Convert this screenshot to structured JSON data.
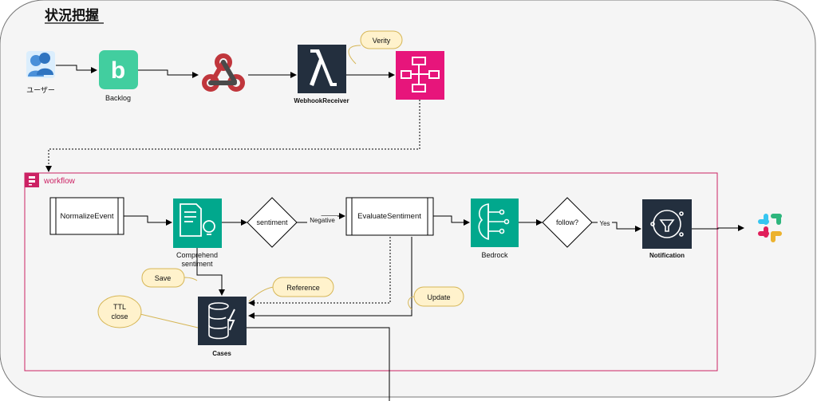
{
  "title": "状況把握",
  "group": {
    "label": "workflow",
    "color": "#cc2264"
  },
  "nodes": {
    "user": {
      "label": "ユーザー",
      "icon": "users-icon"
    },
    "backlog": {
      "label": "Backlog",
      "icon": "backlog-icon",
      "color": "#42ce9f"
    },
    "webhook": {
      "icon": "webhook-icon",
      "color": "#c0363c"
    },
    "webhook_receiver": {
      "label": "WebhookReceiver",
      "icon": "lambda-icon",
      "color": "#232f3e"
    },
    "step_functions": {
      "icon": "step-functions-icon",
      "color": "#e7157b"
    },
    "normalize_event": {
      "label": "NormalizeEvent"
    },
    "comprehend": {
      "label_line1": "Comprehend",
      "label_line2": "sentiment",
      "icon": "comprehend-icon",
      "color": "#01a88d"
    },
    "sentiment": {
      "label": "sentiment"
    },
    "evaluate_sentiment": {
      "label": "EvaluateSentiment"
    },
    "bedrock": {
      "label": "Bedrock",
      "icon": "bedrock-icon",
      "color": "#01a88d"
    },
    "follow": {
      "label": "follow?"
    },
    "notification": {
      "label": "Notification",
      "icon": "sns-icon",
      "color": "#232f3e"
    },
    "slack": {
      "icon": "slack-icon"
    },
    "cases": {
      "label": "Cases",
      "icon": "dynamodb-icon",
      "color": "#232f3e"
    }
  },
  "notes": {
    "verity": "Verity",
    "save": "Save",
    "reference": "Reference",
    "update": "Update",
    "ttl_line1": "TTL",
    "ttl_line2": "close"
  },
  "edge_labels": {
    "negative": "Negative",
    "yes": "Yes"
  },
  "colors": {
    "frame_fill": "#f5f5f5",
    "note_fill": "#fff2cc",
    "note_stroke": "#d6b656"
  }
}
